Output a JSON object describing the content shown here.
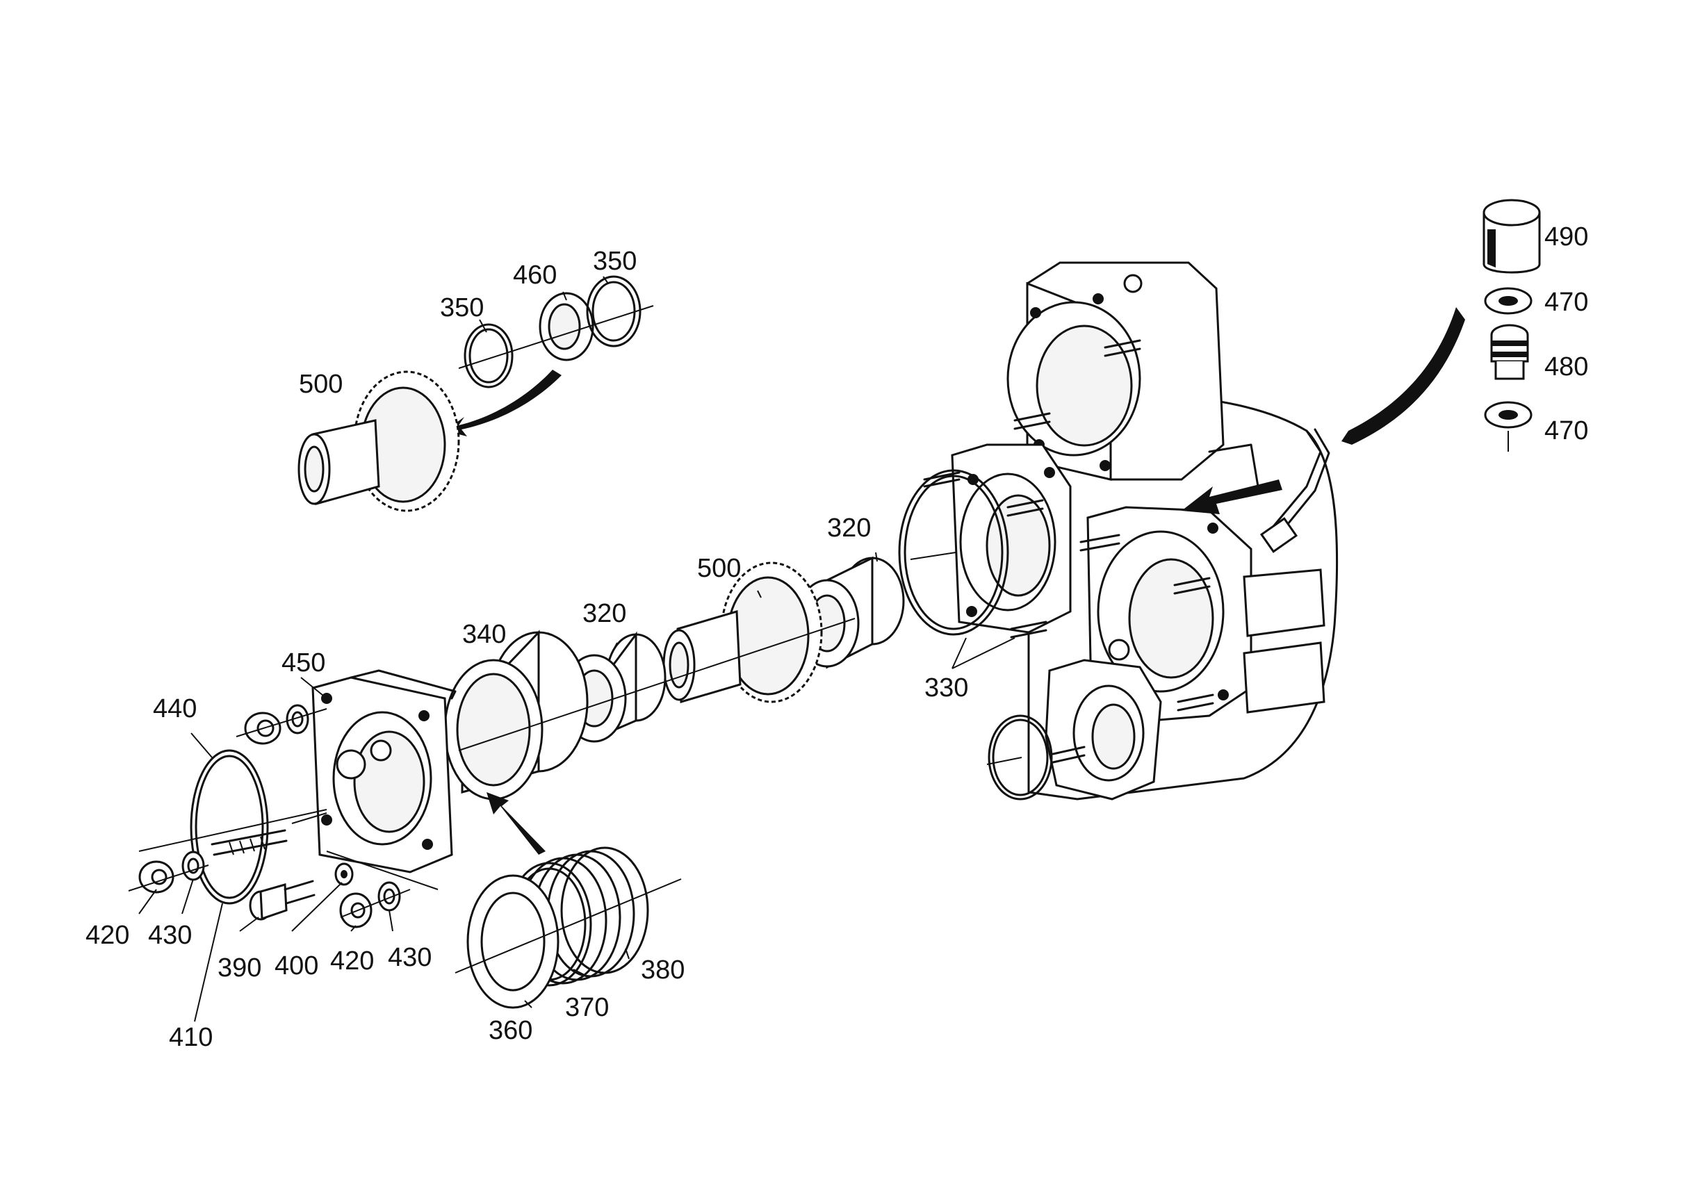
{
  "figure": {
    "type": "exploded-parts-diagram",
    "labels": [
      {
        "id": "490",
        "text": "490"
      },
      {
        "id": "470a",
        "text": "470"
      },
      {
        "id": "480",
        "text": "480"
      },
      {
        "id": "470b",
        "text": "470"
      },
      {
        "id": "350a",
        "text": "350"
      },
      {
        "id": "460",
        "text": "460"
      },
      {
        "id": "350b",
        "text": "350"
      },
      {
        "id": "500a",
        "text": "500"
      },
      {
        "id": "320a",
        "text": "320"
      },
      {
        "id": "500b",
        "text": "500"
      },
      {
        "id": "320b",
        "text": "320"
      },
      {
        "id": "340",
        "text": "340"
      },
      {
        "id": "450",
        "text": "450"
      },
      {
        "id": "440",
        "text": "440"
      },
      {
        "id": "330",
        "text": "330"
      },
      {
        "id": "420a",
        "text": "420"
      },
      {
        "id": "430a",
        "text": "430"
      },
      {
        "id": "390",
        "text": "390"
      },
      {
        "id": "400",
        "text": "400"
      },
      {
        "id": "420b",
        "text": "420"
      },
      {
        "id": "430b",
        "text": "430"
      },
      {
        "id": "380",
        "text": "380"
      },
      {
        "id": "370",
        "text": "370"
      },
      {
        "id": "360",
        "text": "360"
      },
      {
        "id": "410",
        "text": "410"
      }
    ]
  }
}
